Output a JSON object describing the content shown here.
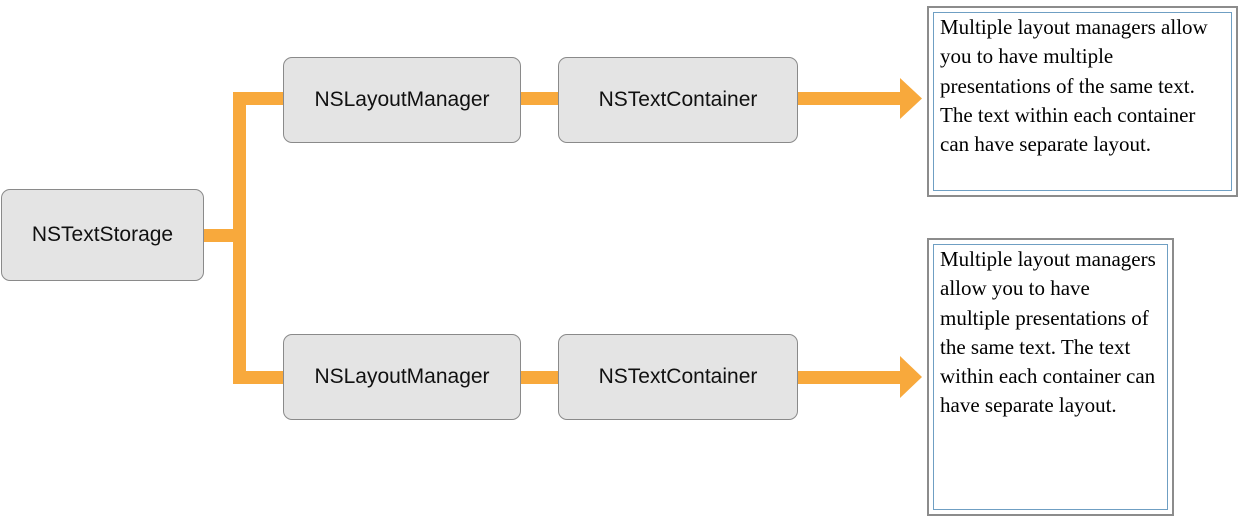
{
  "diagram": {
    "connector_color": "#f8a93c",
    "box_fill": "#e4e4e4",
    "note_border_color": "#6f9fc3",
    "storage": {
      "label": "NSTextStorage"
    },
    "branches": [
      {
        "layout_manager": "NSLayoutManager",
        "text_container": "NSTextContainer",
        "note": "Multiple layout managers allow you to have multiple presentations of the same text. The text within each container can have separate layout."
      },
      {
        "layout_manager": "NSLayoutManager",
        "text_container": "NSTextContainer",
        "note": "Multiple layout managers allow you to have multiple presentations of the same text. The text within each container can have separate layout."
      }
    ]
  }
}
